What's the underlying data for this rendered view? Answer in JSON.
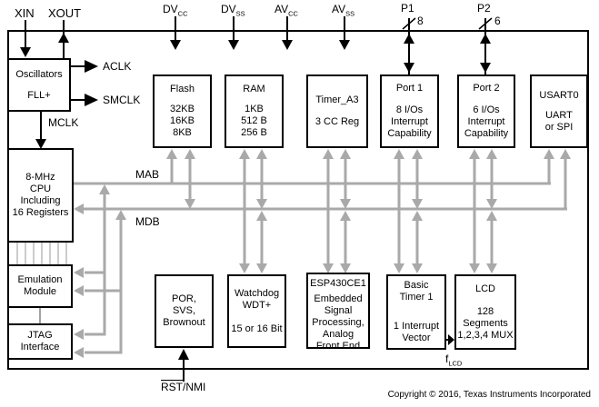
{
  "pins": {
    "xin": {
      "label": "XIN"
    },
    "xout": {
      "label": "XOUT"
    },
    "dvcc": {
      "base": "DV",
      "sub": "CC"
    },
    "dvss": {
      "base": "DV",
      "sub": "SS"
    },
    "avcc": {
      "base": "AV",
      "sub": "CC"
    },
    "avss": {
      "base": "AV",
      "sub": "SS"
    },
    "p1": {
      "label": "P1",
      "bus_width": "8"
    },
    "p2": {
      "label": "P2",
      "bus_width": "6"
    },
    "rst": {
      "overline": "RST",
      "rest": "/NMI"
    }
  },
  "clocks": {
    "aclk": "ACLK",
    "smclk": "SMCLK",
    "mclk": "MCLK"
  },
  "buses": {
    "mab": "MAB",
    "mdb": "MDB"
  },
  "signals": {
    "flcd": {
      "base": "f",
      "sub": "LCD"
    }
  },
  "blocks": {
    "oscillators": {
      "g1": [
        "Oscillators"
      ],
      "g2": [
        "FLL+"
      ]
    },
    "cpu": {
      "g1": [
        "8-MHz",
        "CPU",
        "Including",
        "16 Registers"
      ]
    },
    "emulation": {
      "g1": [
        "Emulation",
        "Module"
      ]
    },
    "jtag": {
      "g1": [
        "JTAG",
        "Interface"
      ]
    },
    "flash": {
      "g1": [
        "Flash"
      ],
      "g2": [
        "32KB",
        "16KB",
        "8KB"
      ]
    },
    "ram": {
      "g1": [
        "RAM"
      ],
      "g2": [
        "1KB",
        "512 B",
        "256 B"
      ]
    },
    "timer_a3": {
      "g1": [
        "Timer_A3"
      ],
      "g2": [
        "3 CC Reg"
      ]
    },
    "port1": {
      "g1": [
        "Port 1"
      ],
      "g2": [
        "8 I/Os",
        "Interrupt",
        "Capability"
      ]
    },
    "port2": {
      "g1": [
        "Port 2"
      ],
      "g2": [
        "6 I/Os",
        "Interrupt",
        "Capability"
      ]
    },
    "usart0": {
      "g1": [
        "USART0"
      ],
      "g2": [
        "UART",
        "or SPI"
      ]
    },
    "por": {
      "g1": [
        "POR,",
        "SVS,",
        "Brownout"
      ]
    },
    "watchdog": {
      "g1": [
        "Watchdog",
        "WDT+"
      ],
      "g2": [
        "15 or 16 Bit"
      ]
    },
    "esp430ce1": {
      "g1": [
        "ESP430CE1"
      ],
      "g2": [
        "Embedded",
        "Signal",
        "Processing,",
        "Analog",
        "Front End"
      ]
    },
    "basic_timer1": {
      "g1": [
        "Basic",
        "Timer 1"
      ],
      "g2": [
        "1 Interrupt",
        "Vector"
      ]
    },
    "lcd": {
      "g1": [
        "LCD"
      ],
      "g2": [
        "128",
        "Segments",
        "1,2,3,4 MUX"
      ]
    }
  },
  "footer": {
    "copyright": "Copyright © 2016, Texas Instruments Incorporated"
  },
  "colors": {
    "bus_gray": "#a9a9a9",
    "line_black": "#000000",
    "background": "#ffffff"
  }
}
